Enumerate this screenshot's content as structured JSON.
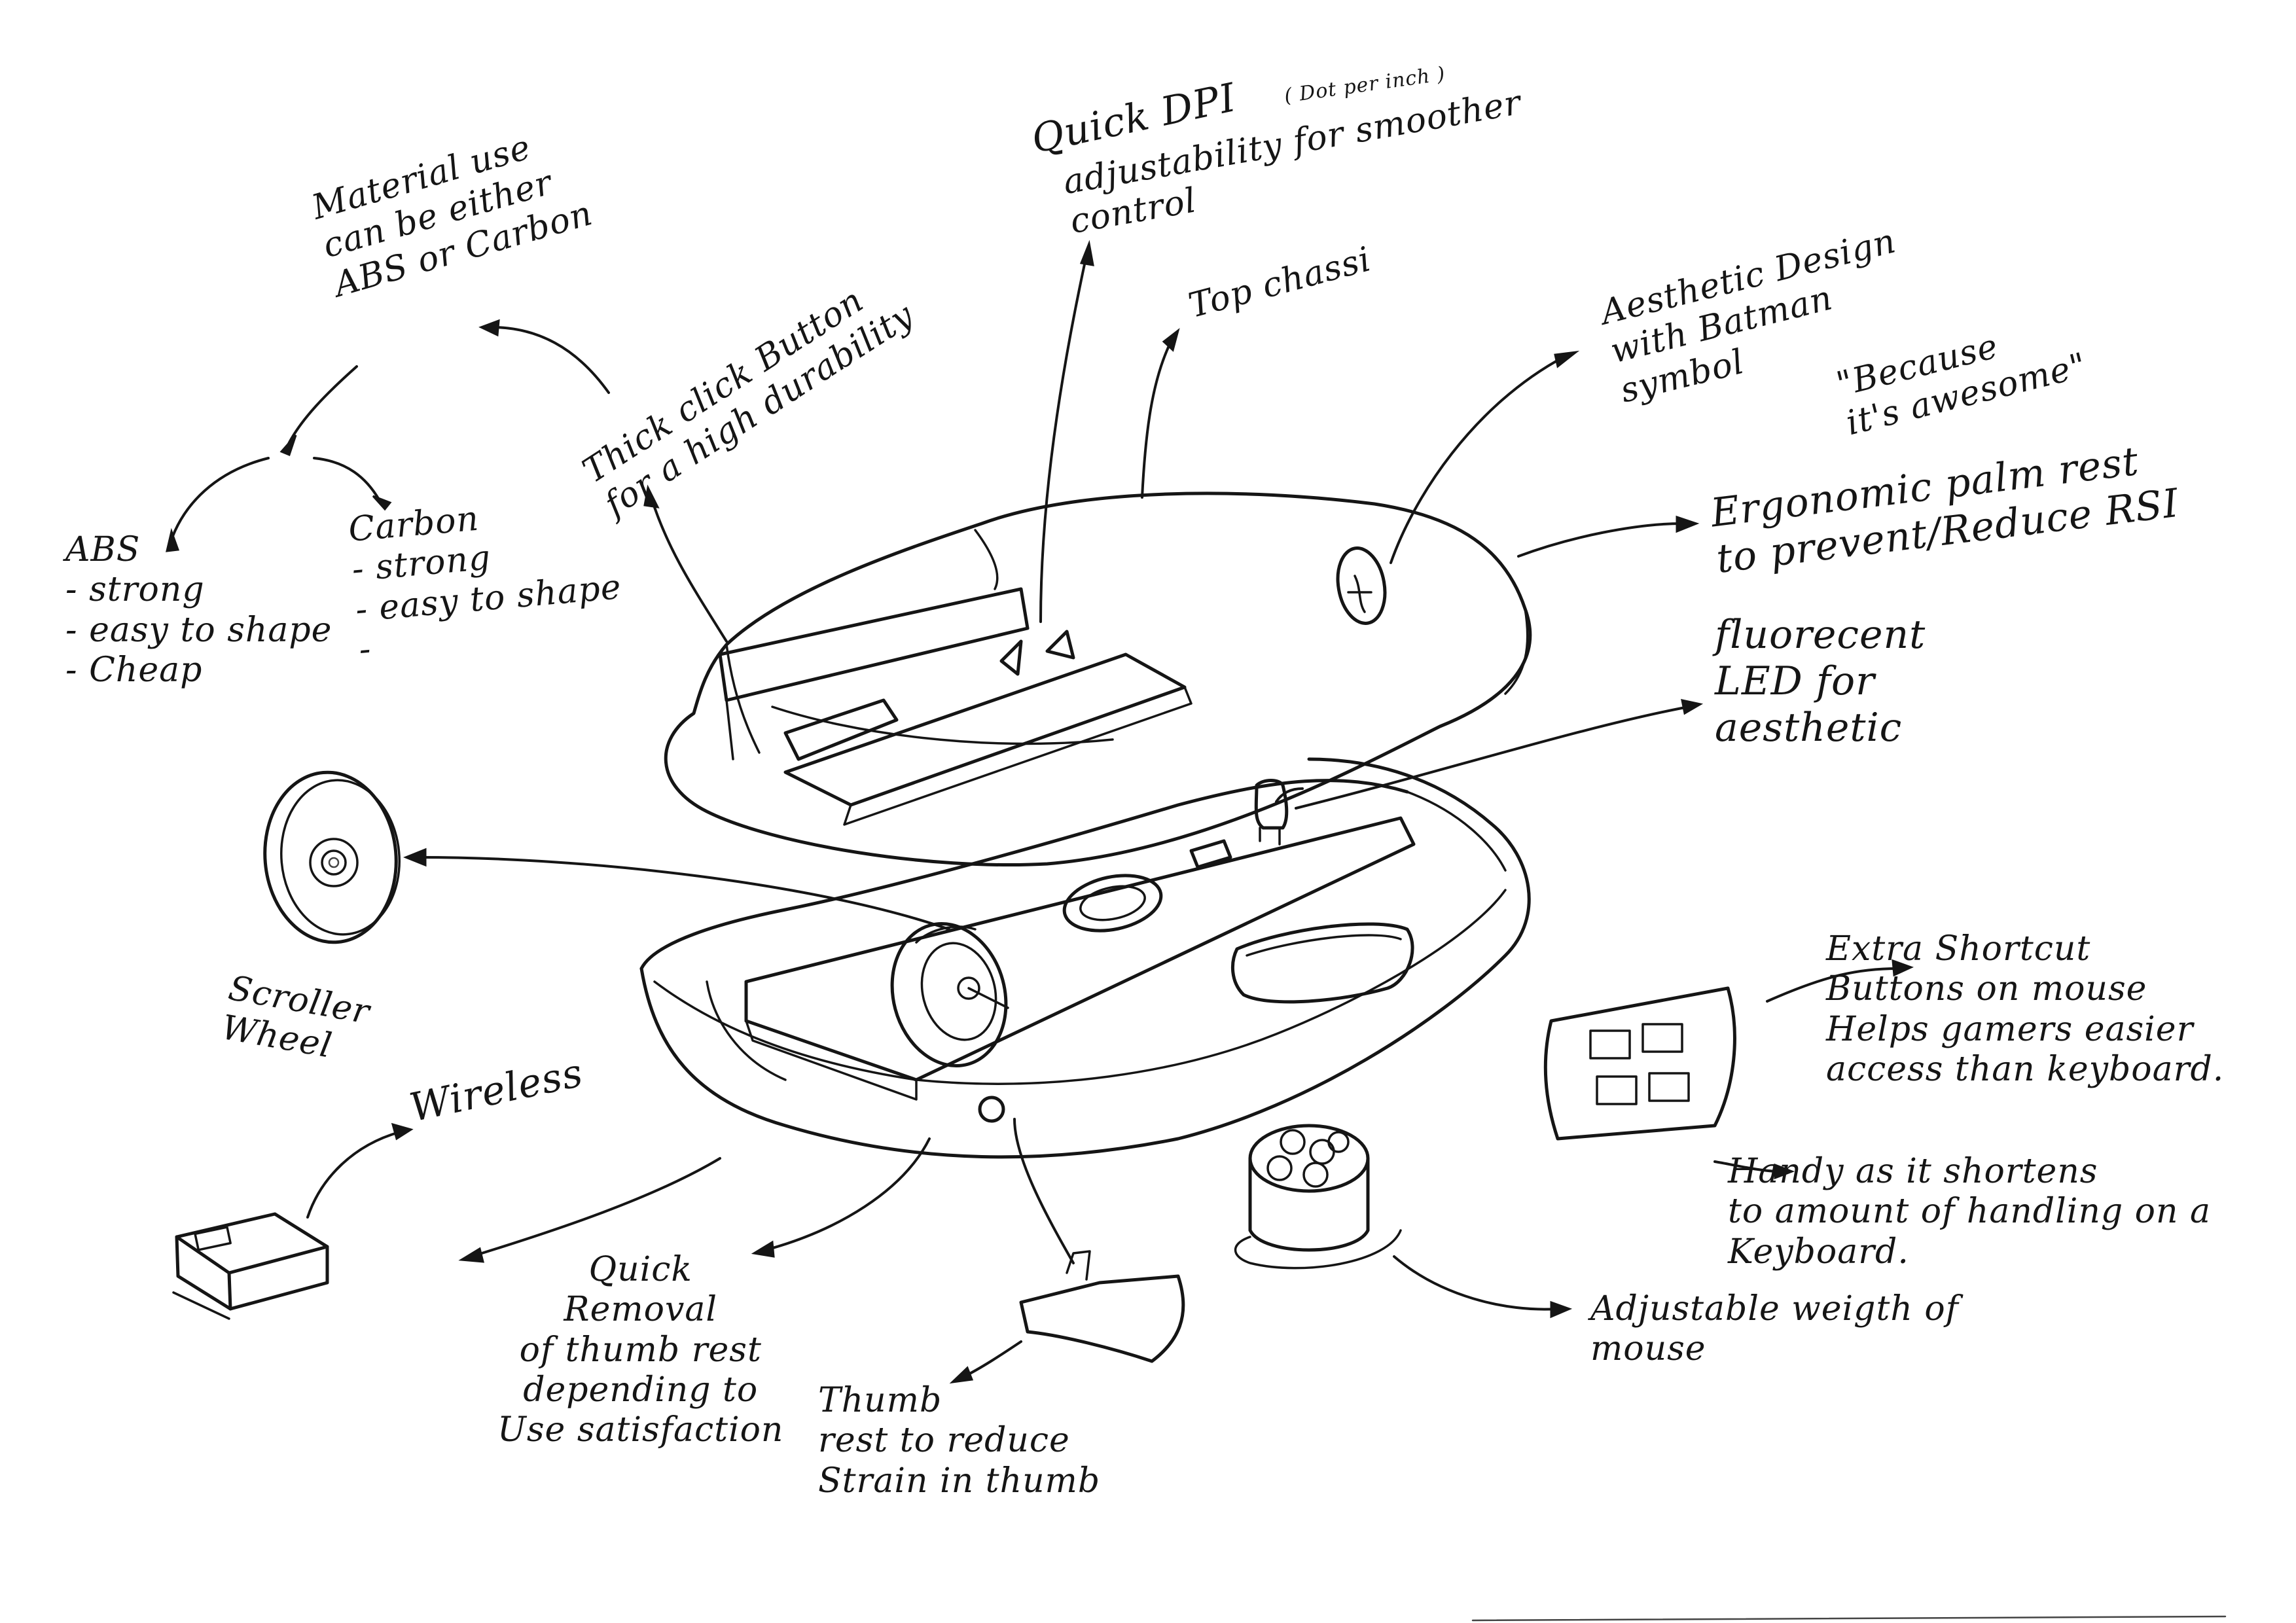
{
  "labels": {
    "material": "Material use\ncan be either\nABS or Carbon",
    "abs": "ABS\n- strong\n- easy to shape\n- Cheap",
    "carbon": "Carbon\n- strong\n- easy to shape\n-",
    "thick_click": "Thick click Button\nfor a high durability",
    "dpi_main": "Quick DPI",
    "dpi_small": "( Dot per inch )",
    "dpi_rest": "adjustability for smoother\ncontrol",
    "top_chassis": "Top chassi",
    "aesthetic": "Aesthetic Design\nwith Batman\nsymbol",
    "because": "\"Because\nit's awesome\"",
    "ergonomic": "Ergonomic palm rest\nto prevent/Reduce RSI",
    "led": "fluorecent\nLED for\naesthetic",
    "scroller": "Scroller\nWheel",
    "wireless": "Wireless",
    "extra_buttons": "Extra Shortcut\nButtons on mouse\nHelps gamers easier\naccess than keyboard.",
    "handy": "Handy as it shortens\nto amount of handling on a\nKeyboard.",
    "quick_removal": "Quick\nRemoval\nof thumb rest\ndepending to\nUse satisfaction",
    "thumb_rest": "Thumb\nrest to reduce\nStrain in thumb",
    "weight": "Adjustable weigth of\nmouse"
  },
  "colors": {
    "ink": "#151515",
    "paper": "#ffffff"
  }
}
